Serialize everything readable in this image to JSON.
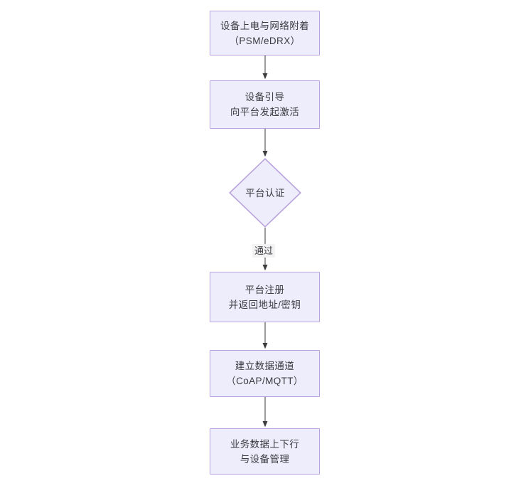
{
  "diagram": {
    "type": "flowchart",
    "orientation": "top-to-bottom",
    "colors": {
      "node_fill": "#ededfb",
      "node_border": "#b9a3dd",
      "text": "#3b3b41",
      "connector": "#4a4a4a",
      "background": "#ffffff",
      "edge_label_bg": "#f3f3f3"
    },
    "nodes": [
      {
        "id": "node-power-on",
        "shape": "process",
        "line1": "设备上电与网络附着",
        "line2": "（PSM/eDRX）"
      },
      {
        "id": "node-bootstrap",
        "shape": "process",
        "line1": "设备引导",
        "line2": "向平台发起激活"
      },
      {
        "id": "node-auth",
        "shape": "decision",
        "line1": "平台认证",
        "line2": ""
      },
      {
        "id": "node-register",
        "shape": "process",
        "line1": "平台注册",
        "line2": "并返回地址/密钥"
      },
      {
        "id": "node-data-channel",
        "shape": "process",
        "line1": "建立数据通道",
        "line2": "（CoAP/MQTT）"
      },
      {
        "id": "node-service-data",
        "shape": "process",
        "line1": "业务数据上下行",
        "line2": "与设备管理"
      }
    ],
    "edges": [
      {
        "id": "edge-1",
        "from": "node-power-on",
        "to": "node-bootstrap",
        "label": ""
      },
      {
        "id": "edge-2",
        "from": "node-bootstrap",
        "to": "node-auth",
        "label": ""
      },
      {
        "id": "edge-3",
        "from": "node-auth",
        "to": "node-register",
        "label": "通过"
      },
      {
        "id": "edge-4",
        "from": "node-register",
        "to": "node-data-channel",
        "label": ""
      },
      {
        "id": "edge-5",
        "from": "node-data-channel",
        "to": "node-service-data",
        "label": ""
      }
    ]
  }
}
